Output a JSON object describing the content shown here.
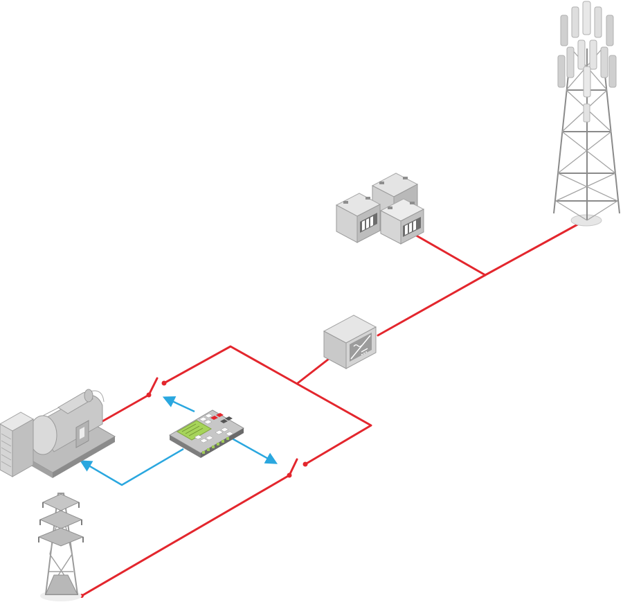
{
  "diagram": {
    "nodes": [
      {
        "id": "telecom-tower",
        "icon": "cell-tower-icon"
      },
      {
        "id": "battery-bank",
        "icon": "battery-icon",
        "count": 3
      },
      {
        "id": "rectifier",
        "icon": "rectifier-icon"
      },
      {
        "id": "generator",
        "icon": "generator-icon"
      },
      {
        "id": "controller",
        "icon": "controller-icon"
      },
      {
        "id": "utility-pylon",
        "icon": "pylon-icon"
      },
      {
        "id": "generator-breaker",
        "icon": "switch-icon"
      },
      {
        "id": "mains-breaker",
        "icon": "switch-icon"
      }
    ],
    "colors": {
      "power_line": "#e3262d",
      "control_line": "#2aa7df",
      "device_light": "#d9d9d9",
      "device_mid": "#bdbdbd",
      "device_dark": "#9c9c9c",
      "screen_green": "#a6d45a"
    }
  }
}
